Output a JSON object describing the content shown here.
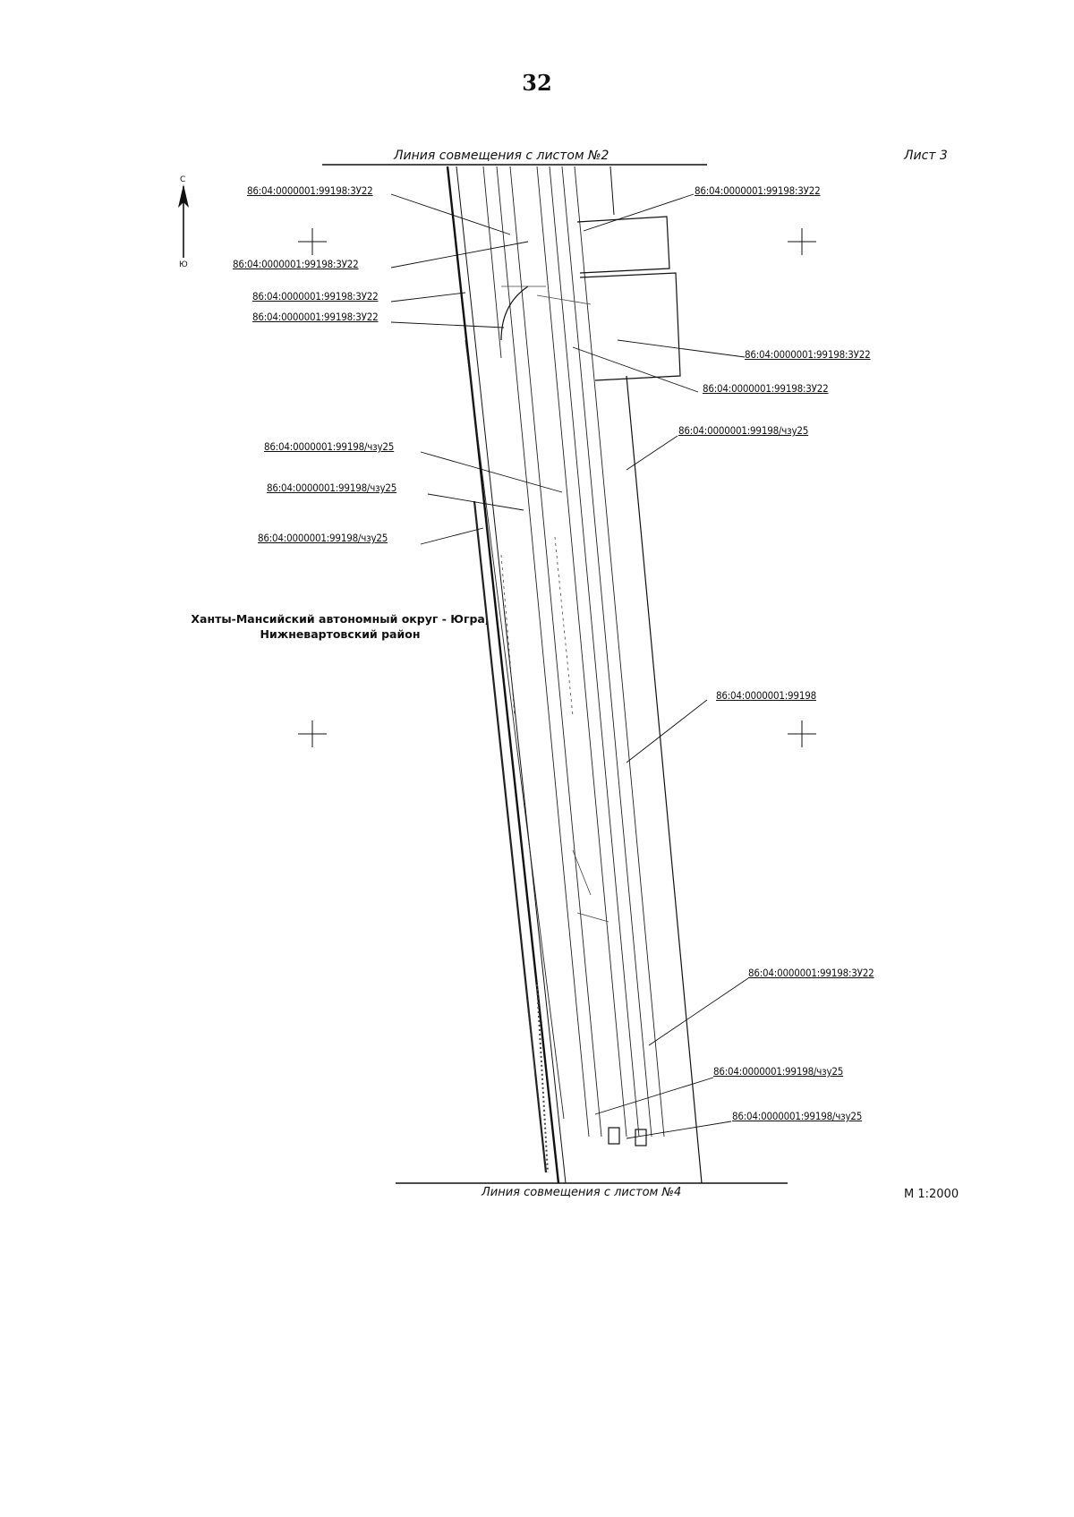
{
  "page_number": "32",
  "sheet_label": "Лист 3",
  "scale": "М 1:2000",
  "match_line_top": "Линия совмещения с листом №2",
  "match_line_bottom": "Линия совмещения с листом №4",
  "region_label": {
    "line1": "Ханты-Мансийский автономный округ - Югра,",
    "line2": "Нижневартовский район"
  },
  "north_arrow": {
    "north": "С",
    "south": "Ю"
  },
  "parcel_labels": [
    "86:04:0000001:99198:3У22",
    "86:04:0000001:99198:3У22",
    "86:04:0000001:99198:3У22",
    "86:04:0000001:99198:3У22",
    "86:04:0000001:99198:3У22",
    "86:04:0000001:99198:3У22",
    "86:04:0000001:99198:3У22",
    "86:04:0000001:99198/чзу25",
    "86:04:0000001:99198/чзу25",
    "86:04:0000001:99198/чзу25",
    "86:04:0000001:99198/чзу25",
    "86:04:0000001:99198",
    "86:04:0000001:99198:3У22",
    "86:04:0000001:99198/чзу25",
    "86:04:0000001:99198/чзу25"
  ]
}
